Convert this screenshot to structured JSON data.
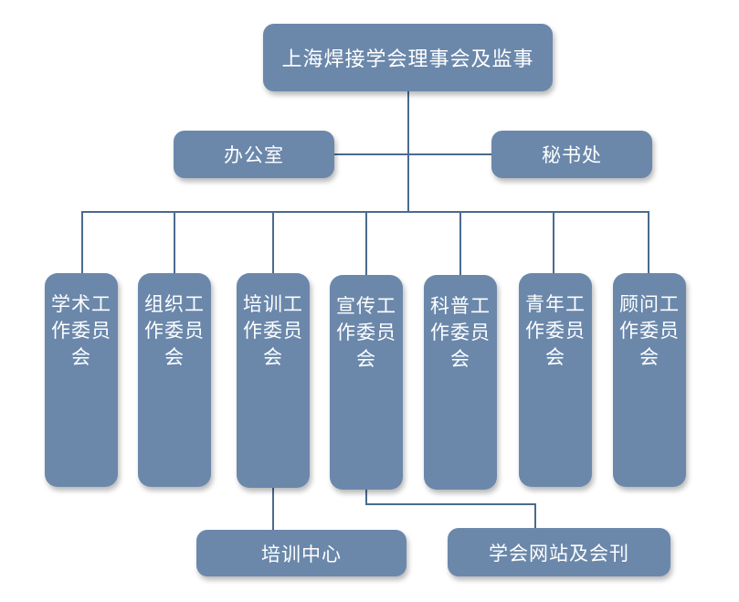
{
  "diagram": {
    "top_node": "上海焊接学会理事会及监事",
    "side_left": "办公室",
    "side_right": "秘书处",
    "committees": [
      "学术工作委员会",
      "组织工作委员会",
      "培训工作委员会",
      "宣传工作委员会",
      "科普工作委员会",
      "青年工作委员会",
      "顾问工作委员会"
    ],
    "sub_left": "培训中心",
    "sub_right": "学会网站及会刊",
    "colors": {
      "box_fill": "#6b88ab",
      "box_text": "#ffffff",
      "line": "#4a6b8f"
    }
  }
}
